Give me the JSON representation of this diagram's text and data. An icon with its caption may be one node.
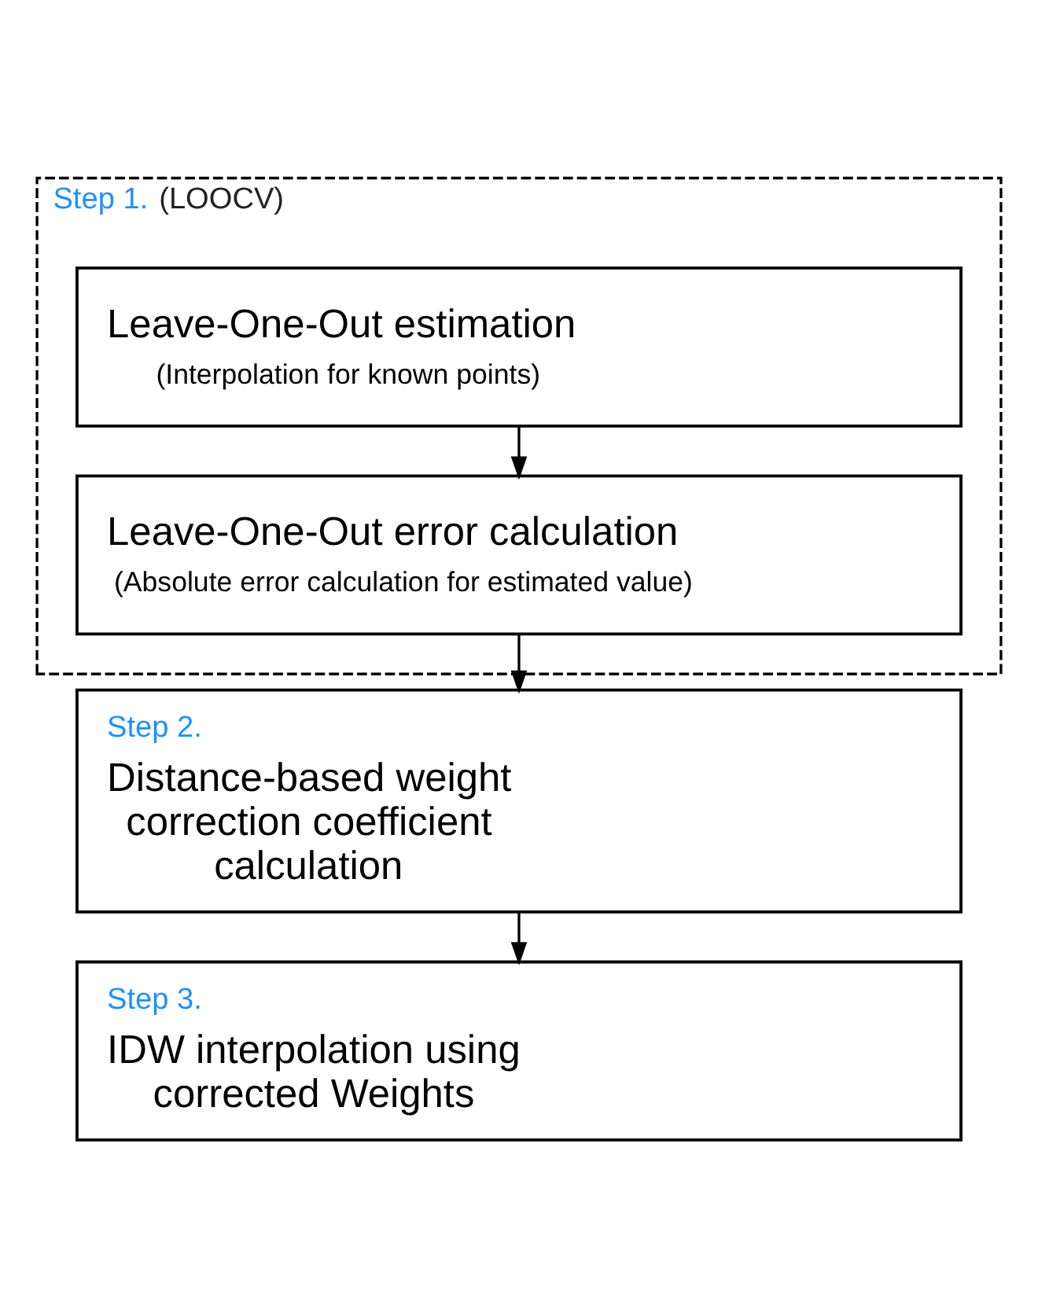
{
  "diagram": {
    "nodes": [
      {
        "text": [
          "Step 1.",
          "(LOOCV)"
        ]
      },
      {
        "text": [
          "Leave-One-Out estimation",
          "(Interpolation for known points)"
        ],
        "in": 0
      },
      {
        "text": [
          "Leave-One-Out error calculation",
          "(Absolute error calculation for estimated value)"
        ],
        "in": 0
      },
      {
        "text": [
          "Step 2.",
          "Distance-based weight correction coefficient calculation"
        ]
      },
      {
        "text": [
          "Step 3.",
          "IDW interpolation using corrected Weights"
        ]
      }
    ],
    "edges": [
      {
        "from": 1,
        "to": 2,
        "arrow": "to"
      },
      {
        "from": 2,
        "to": 3,
        "arrow": "to"
      },
      {
        "from": 3,
        "to": 4,
        "arrow": "to"
      }
    ]
  }
}
